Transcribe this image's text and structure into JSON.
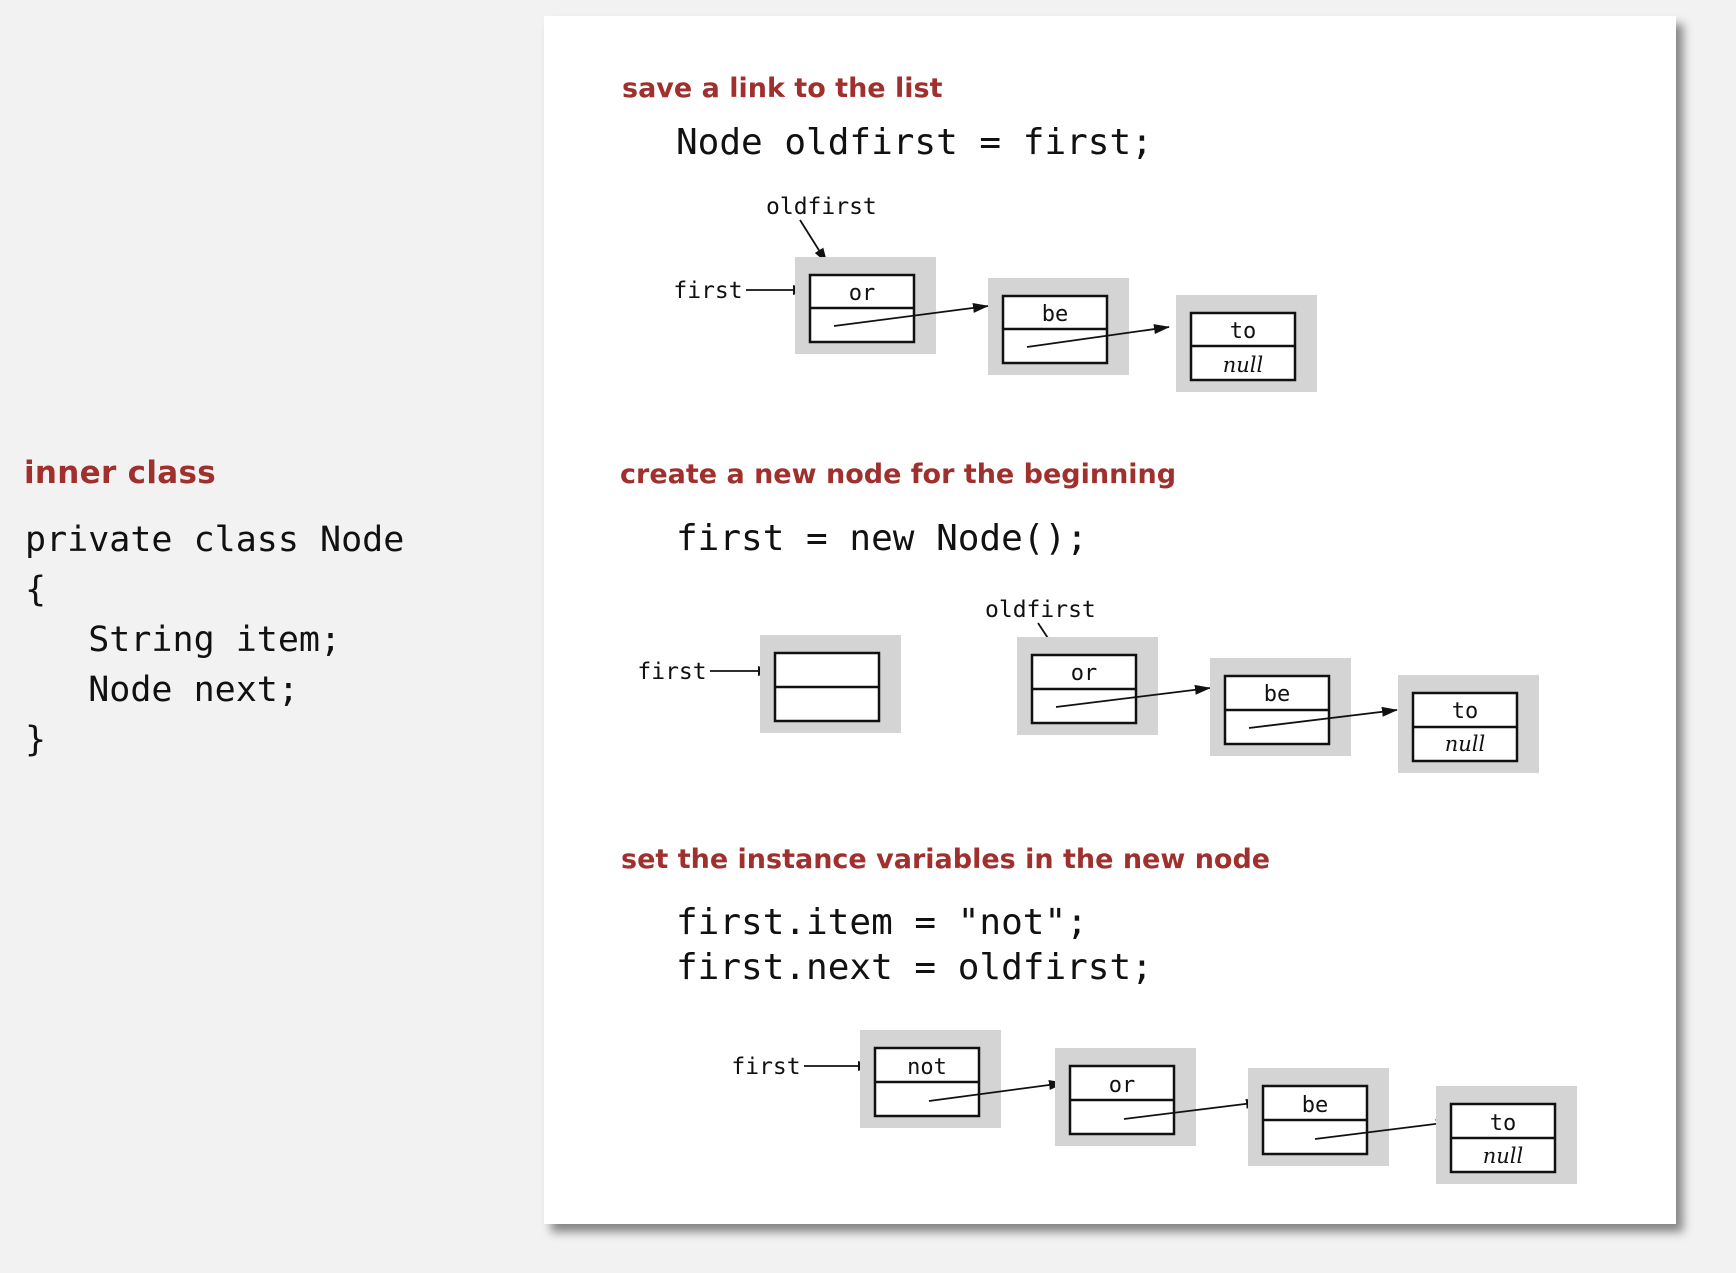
{
  "inner_class": {
    "title": "inner class",
    "code": "private class Node\n{\n   String item;\n   Node next;\n}"
  },
  "steps": [
    {
      "heading": "save a link to the list",
      "code_lines": [
        "Node oldfirst = first;"
      ],
      "label_first": "first",
      "label_oldfirst": "oldfirst",
      "nodes": [
        {
          "item": "or",
          "next": ""
        },
        {
          "item": "be",
          "next": ""
        },
        {
          "item": "to",
          "next": "null"
        }
      ]
    },
    {
      "heading": "create a new node for the beginning",
      "code_lines": [
        "first = new Node();"
      ],
      "label_first": "first",
      "label_oldfirst": "oldfirst",
      "nodes": [
        {
          "item": "",
          "next": ""
        },
        {
          "item": "or",
          "next": ""
        },
        {
          "item": "be",
          "next": ""
        },
        {
          "item": "to",
          "next": "null"
        }
      ]
    },
    {
      "heading": "set the instance variables in the new node",
      "code_lines": [
        "first.item = \"not\";",
        "first.next = oldfirst;"
      ],
      "label_first": "first",
      "nodes": [
        {
          "item": "not",
          "next": ""
        },
        {
          "item": "or",
          "next": ""
        },
        {
          "item": "be",
          "next": ""
        },
        {
          "item": "to",
          "next": "null"
        }
      ]
    }
  ]
}
